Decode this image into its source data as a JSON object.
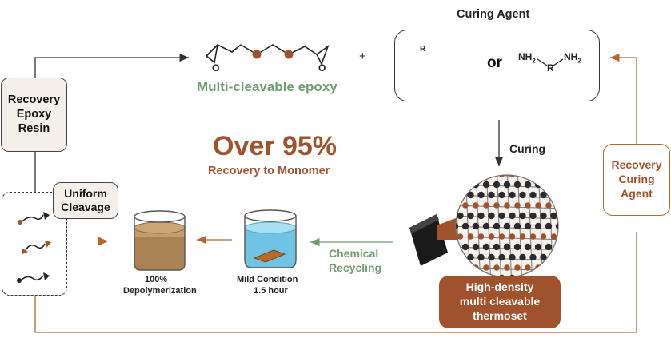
{
  "left_box": {
    "line1": "Recovery",
    "line2": "Epoxy",
    "line3": "Resin"
  },
  "epoxy": {
    "label": "Multi-cleavable epoxy",
    "plus": "+",
    "o_left": "O",
    "o_right": "O"
  },
  "curing_agent": {
    "title": "Curing Agent",
    "or": "or",
    "anhydride_r": "R",
    "amine": {
      "nh2": "NH",
      "sub": "2",
      "r": "R"
    }
  },
  "curing_step": {
    "label": "Curing"
  },
  "headline": {
    "big": "Over 95%",
    "sub": "Recovery to Monomer"
  },
  "uniform_cleavage": {
    "line1": "Uniform",
    "line2": "Cleavage"
  },
  "depolymerization": {
    "line1": "100%",
    "line2": "Depolymerization"
  },
  "mild_condition": {
    "line1": "Mild Condition",
    "line2": "1.5 hour"
  },
  "chemical_recycling": {
    "line1": "Chemical",
    "line2": "Recycling"
  },
  "thermoset": {
    "line1": "High-density",
    "line2": "multi cleavable",
    "line3": "thermoset"
  },
  "recovery_curing": {
    "line1": "Recovery",
    "line2": "Curing",
    "line3": "Agent"
  },
  "colors": {
    "brown": "#a0522d",
    "dark_brown": "#8b4513",
    "green": "#6e9c6e",
    "gray_box": "#f4efe9",
    "orange_line": "#b5652f"
  }
}
